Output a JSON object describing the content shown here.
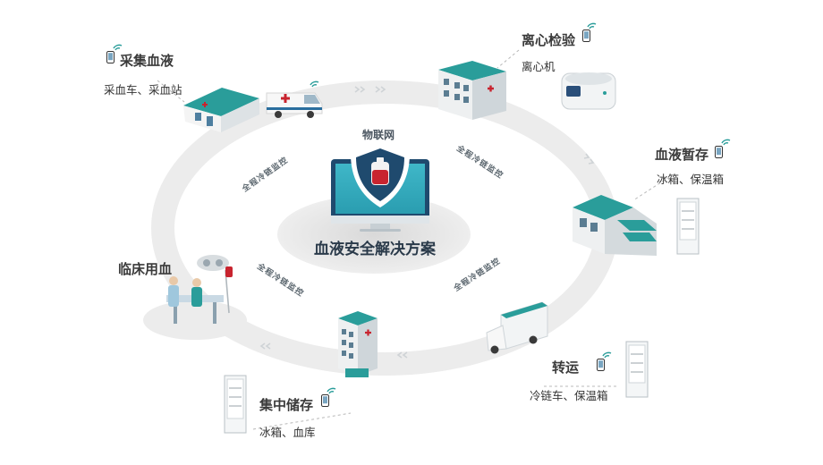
{
  "center": {
    "iot_label": "物联网",
    "title": "血液安全解决方案"
  },
  "monitor_text": "全程冷链监控",
  "stages": {
    "collection": {
      "title": "采集血液",
      "subtitle": "采血车、采血站"
    },
    "testing": {
      "title": "离心检验",
      "subtitle": "离心机"
    },
    "temp_storage": {
      "title": "血液暂存",
      "subtitle": "冰箱、保温箱"
    },
    "transport": {
      "title": "转运",
      "subtitle": "冷链车、保温箱"
    },
    "central_storage": {
      "title": "集中储存",
      "subtitle": "冰箱、血库"
    },
    "clinical": {
      "title": "临床用血"
    }
  },
  "colors": {
    "teal": "#2a9d9a",
    "ring": "#e8e8e8",
    "navy": "#1f4a6e",
    "blood": "#c8242f"
  },
  "icons": [
    "phone-icon",
    "wifi-icon",
    "shield-icon",
    "blood-bag-icon",
    "monitor-icon",
    "hospital-icon",
    "ambulance-icon",
    "centrifuge-icon",
    "warehouse-icon",
    "fridge-icon",
    "truck-icon",
    "surgery-icon"
  ]
}
